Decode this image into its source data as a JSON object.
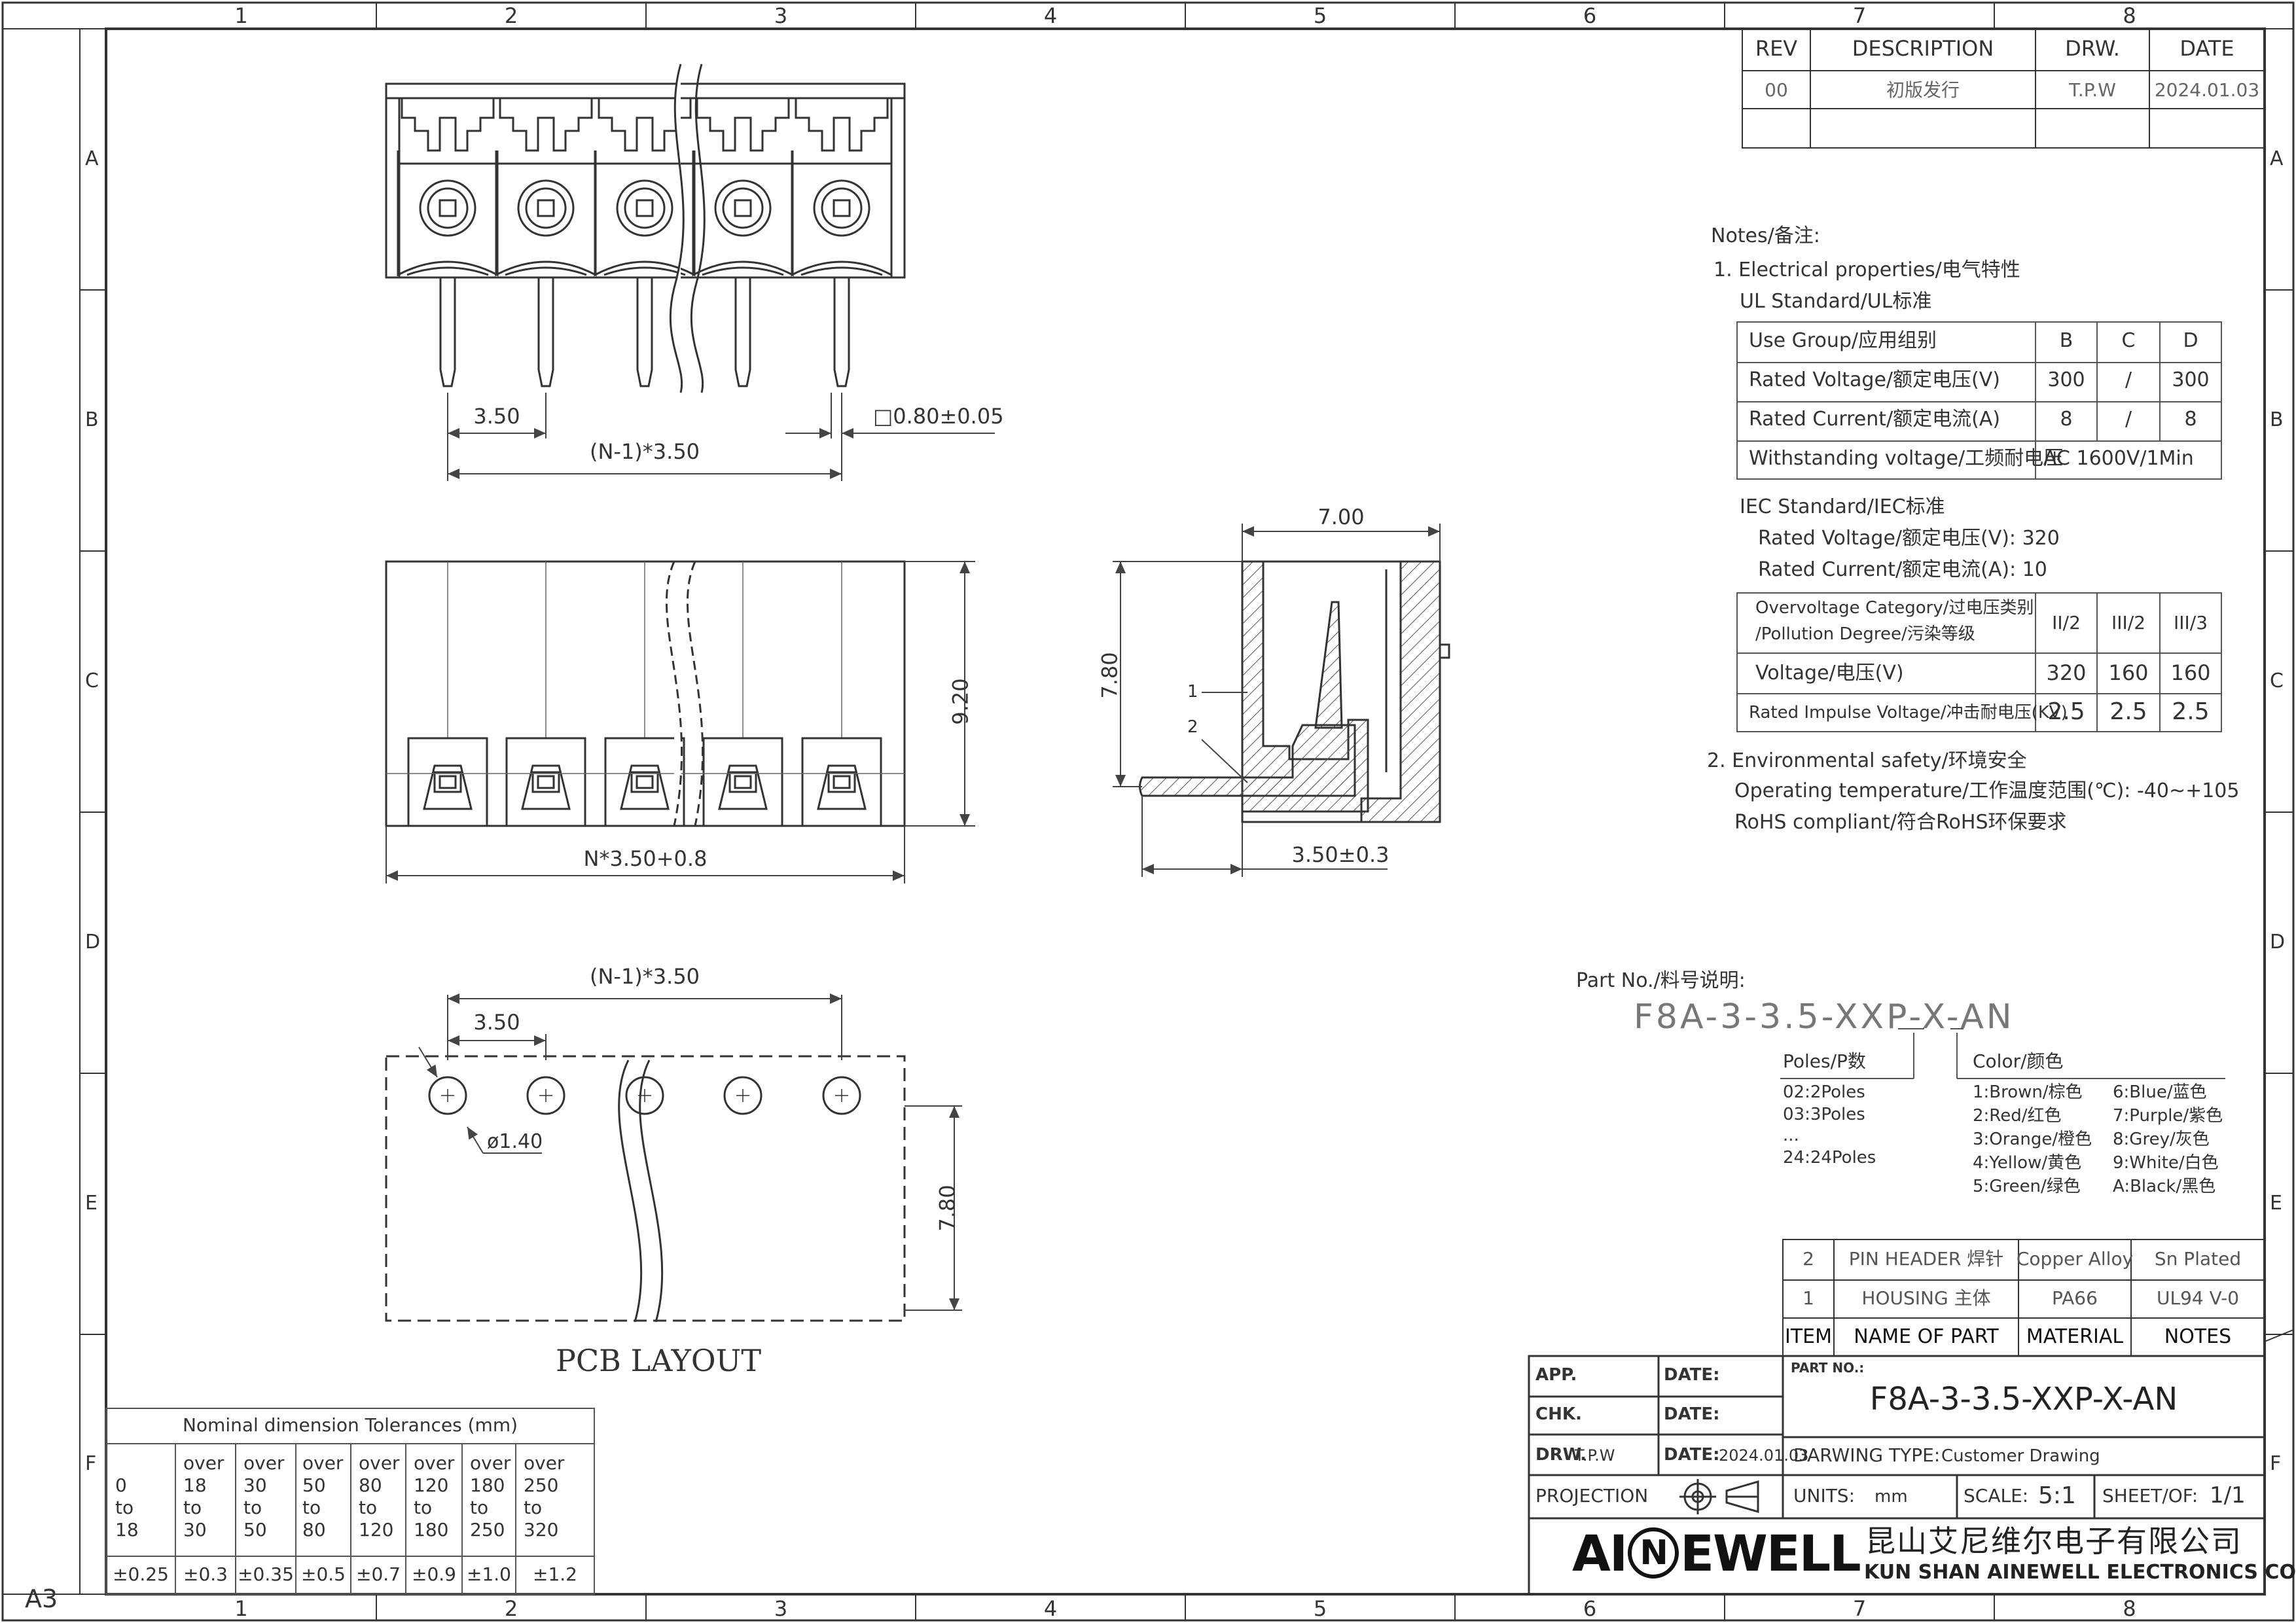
{
  "frame": {
    "cols": [
      "1",
      "2",
      "3",
      "4",
      "5",
      "6",
      "7",
      "8"
    ],
    "rows": [
      "A",
      "B",
      "C",
      "D",
      "E",
      "F"
    ],
    "sheet_size": "A3"
  },
  "revision": {
    "headers": [
      "REV",
      "DESCRIPTION",
      "DRW.",
      "DATE"
    ],
    "rows": [
      [
        "00",
        "初版发行",
        "T.P.W",
        "2024.01.03"
      ]
    ]
  },
  "notes": {
    "title": "Notes/备注:",
    "electrical_title": "1. Electrical properties/电气特性",
    "ul_standard": "UL Standard/UL标准",
    "ul_table": [
      [
        "Use Group/应用组别",
        "B",
        "C",
        "D"
      ],
      [
        "Rated Voltage/额定电压(V)",
        "300",
        "/",
        "300"
      ],
      [
        "Rated Current/额定电流(A)",
        "8",
        "/",
        "8"
      ],
      [
        "Withstanding voltage/工频耐电压",
        "AC 1600V/1Min"
      ]
    ],
    "iec_standard": "IEC Standard/IEC标准",
    "iec_voltage": "Rated Voltage/额定电压(V):  320",
    "iec_current": "Rated Current/额定电流(A):  10",
    "iec_table": [
      [
        "Overvoltage Category/过电压类别",
        "/Pollution Degree/污染等级",
        "II/2",
        "III/2",
        "III/3"
      ],
      [
        "Voltage/电压(V)",
        "",
        "320",
        "160",
        "160"
      ],
      [
        "Rated Impulse Voltage/冲击耐电压(KV)",
        "",
        "2.5",
        "2.5",
        "2.5"
      ]
    ],
    "env_title": "2. Environmental safety/环境安全",
    "env_temp": "Operating temperature/工作温度范围(℃):  -40~+105",
    "env_rohs": "RoHS compliant/符合RoHS环保要求"
  },
  "part_no": {
    "title": "Part No./料号说明:",
    "code": "F8A-3-3.5-XXP-X-AN",
    "poles_title": "Poles/P数",
    "poles": [
      "02:2Poles",
      "03:3Poles",
      "...",
      "24:24Poles"
    ],
    "color_title": "Color/颜色",
    "colors": [
      "1:Brown/棕色",
      "2:Red/红色",
      "3:Orange/橙色",
      "4:Yellow/黄色",
      "5:Green/绿色",
      "6:Blue/蓝色",
      "7:Purple/紫色",
      "8:Grey/灰色",
      "9:White/白色",
      "A:Black/黑色"
    ]
  },
  "bom": {
    "rows": [
      [
        "2",
        "PIN HEADER 焊针",
        "Copper Alloy",
        "Sn Plated"
      ],
      [
        "1",
        "HOUSING 主体",
        "PA66",
        "UL94 V-0"
      ]
    ],
    "headers": [
      "ITEM",
      "NAME OF PART",
      "MATERIAL",
      "NOTES"
    ]
  },
  "title_block": {
    "app": "APP.",
    "chk": "CHK.",
    "drw": "DRW.",
    "drw_value": "T.P.W",
    "date_label": "DATE:",
    "date_value": "2024.01.03",
    "part_no_label": "PART NO.:",
    "part_no": "F8A-3-3.5-XXP-X-AN",
    "drawing_type_label": "DARWING TYPE:",
    "drawing_type": "Customer Drawing",
    "projection": "PROJECTION",
    "units_label": "UNITS:",
    "units": "mm",
    "scale_label": "SCALE:",
    "scale": "5:1",
    "sheet_label": "SHEET/OF:",
    "sheet": "1/1",
    "logo_left": "AI",
    "logo_circle": "N",
    "logo_right": "EWELL",
    "company_cn": "昆山艾尼维尔电子有限公司",
    "company_en": "KUN SHAN AINEWELL ELECTRONICS CO.,LTD"
  },
  "tolerances": {
    "title": "Nominal dimension Tolerances (mm)",
    "ranges": [
      [
        "0",
        "to",
        "18"
      ],
      [
        "over",
        "18",
        "to",
        "30"
      ],
      [
        "over",
        "30",
        "to",
        "50"
      ],
      [
        "over",
        "50",
        "to",
        "80"
      ],
      [
        "over",
        "80",
        "to",
        "120"
      ],
      [
        "over",
        "120",
        "to",
        "180"
      ],
      [
        "over",
        "180",
        "to",
        "250"
      ],
      [
        "over",
        "250",
        "to",
        "320"
      ]
    ],
    "values": [
      "±0.25",
      "±0.3",
      "±0.35",
      "±0.5",
      "±0.7",
      "±0.9",
      "±1.0",
      "±1.2"
    ]
  },
  "dims": {
    "pitch": "3.50",
    "pin_size": "□0.80±0.05",
    "span": "(N-1)*3.50",
    "height": "9.20",
    "length": "N*3.50+0.8",
    "side_width": "7.00",
    "side_height": "7.80",
    "side_offset": "3.50±0.3",
    "callout_1": "1",
    "callout_2": "2",
    "hole": "ø1.40",
    "pcb_span": "(N-1)*3.50",
    "pcb_pitch": "3.50",
    "pcb_height": "7.80",
    "pcb_label": "PCB LAYOUT"
  }
}
